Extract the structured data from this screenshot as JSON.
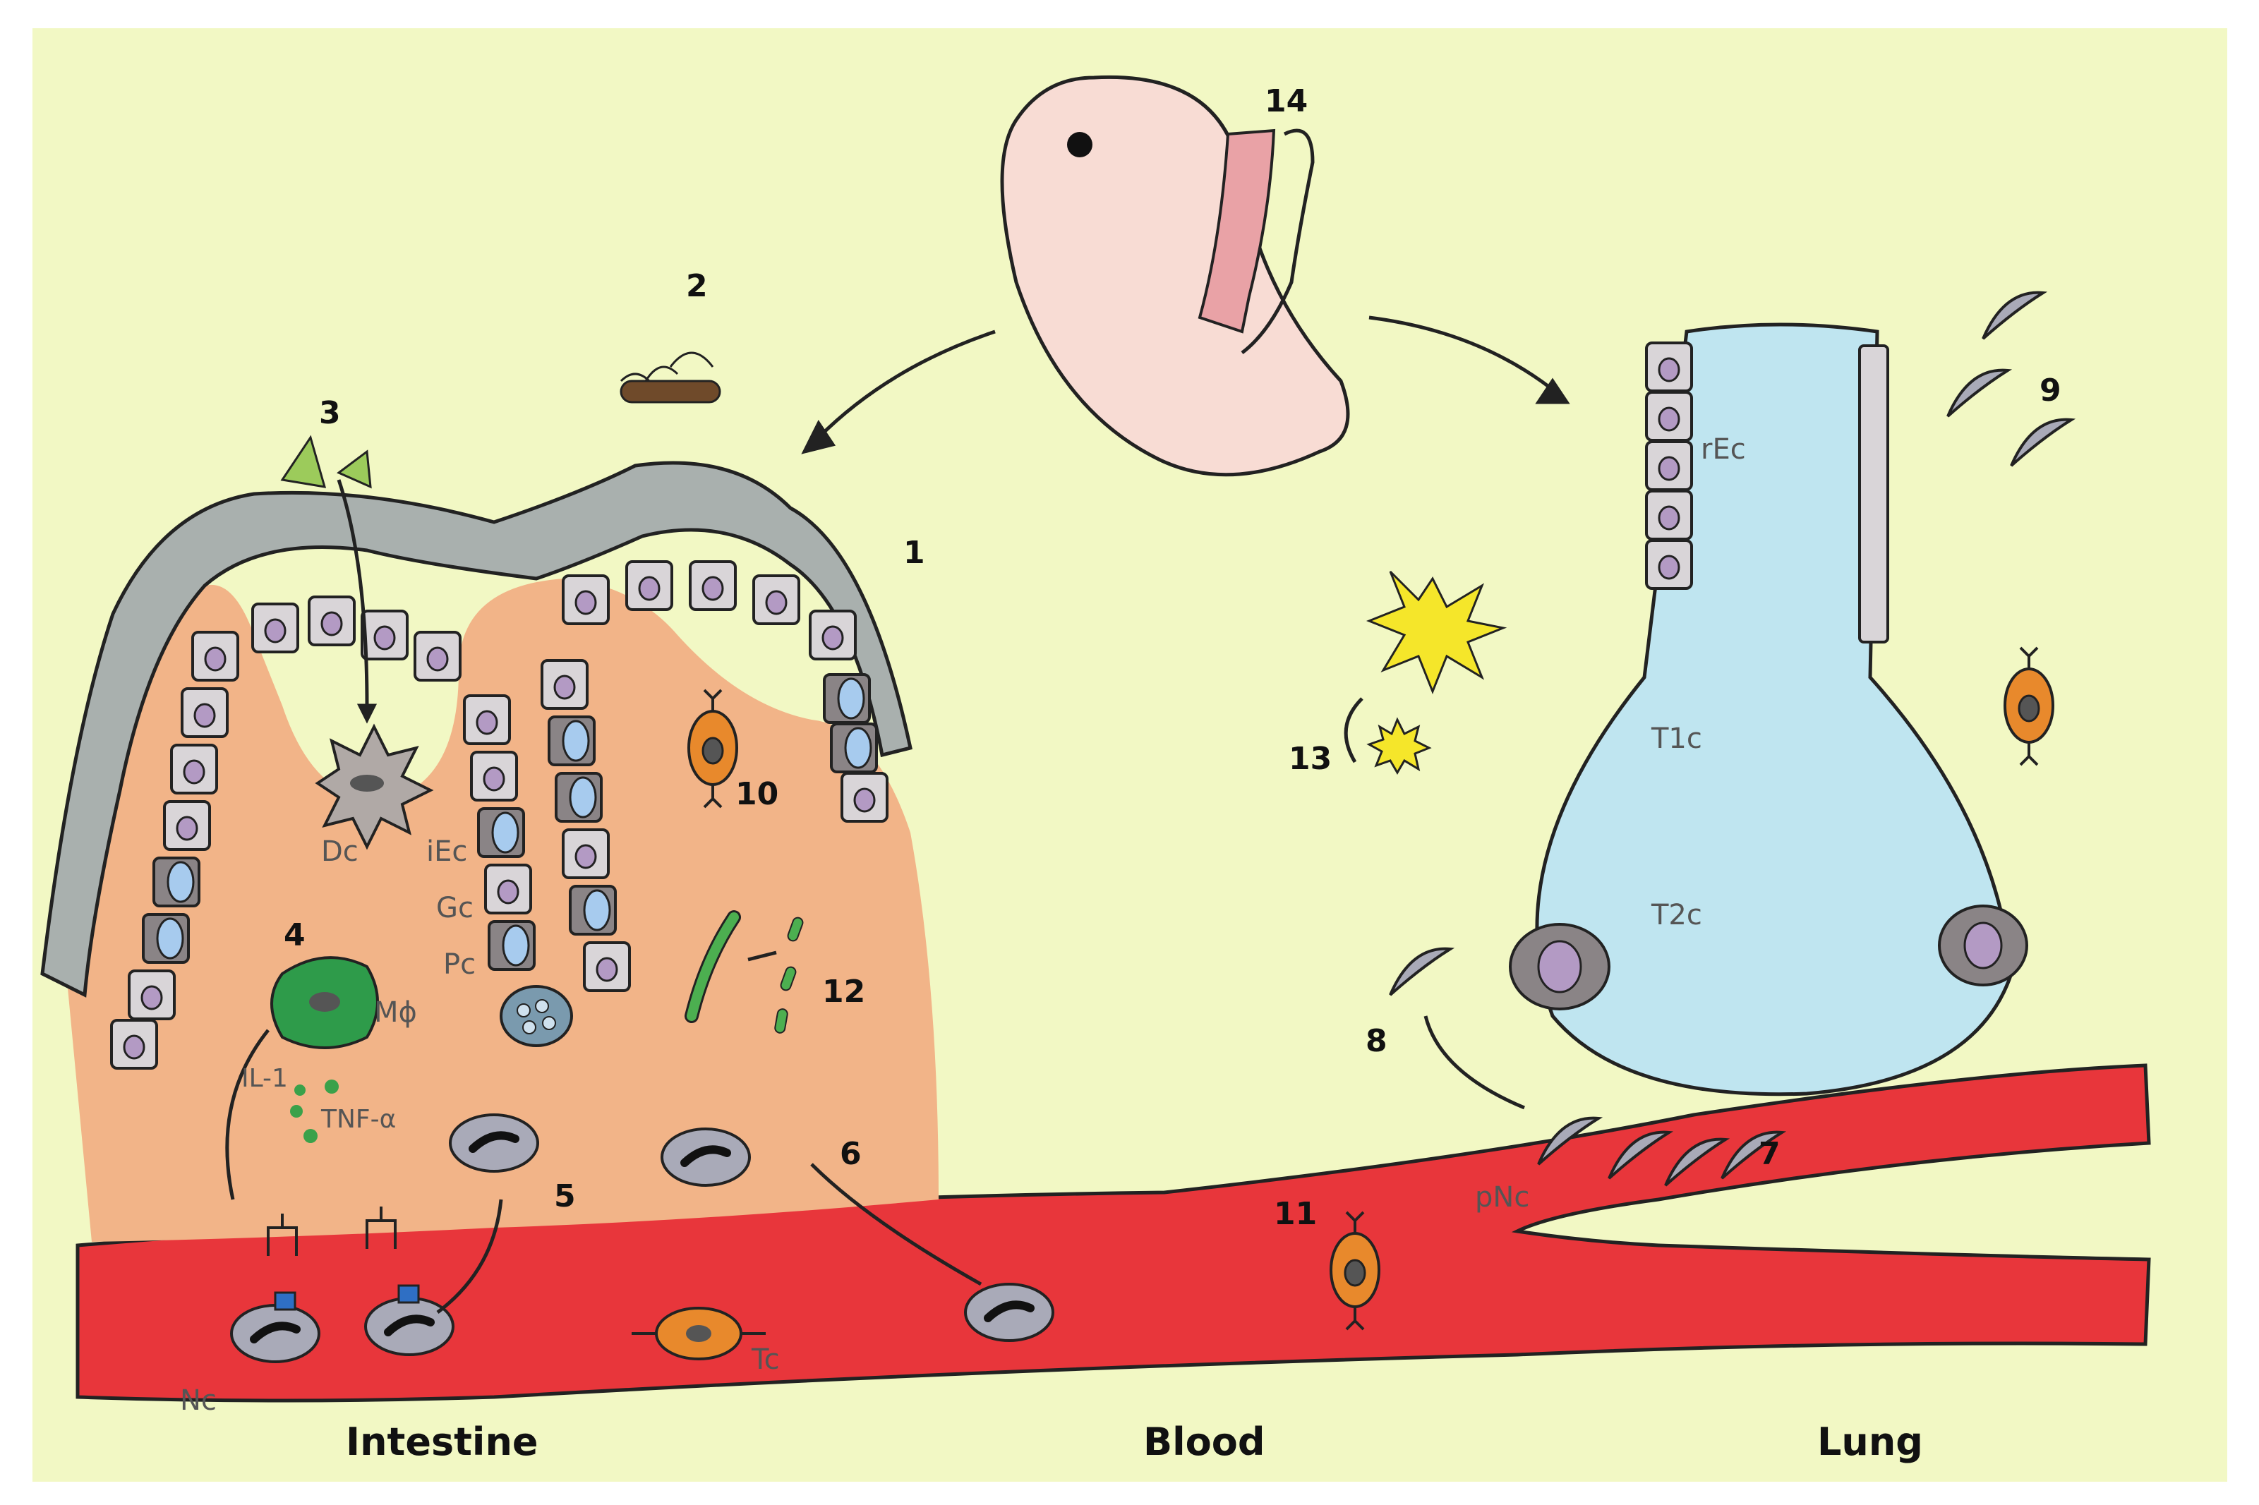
{
  "colors": {
    "background": "#f2f8c4",
    "blood": "#e8363b",
    "tissue": "#f2b488",
    "lumen": "#bfe5f0",
    "mucus": "#a9b0ae",
    "cell": "#a9aab8",
    "goblet": "#a7cbee",
    "macrophage": "#2e9b4a",
    "tcell": "#e8892c",
    "cytokine": "#3aa14a",
    "antigen": "#9ccb5b",
    "receptor": "#2f6fc4",
    "spark": "#f5e62a",
    "bacteria": "#6f4a2a"
  },
  "regions": {
    "intestine": "Intestine",
    "blood": "Blood",
    "lung": "Lung"
  },
  "numbers": {
    "n1": "1",
    "n2": "2",
    "n3": "3",
    "n4": "4",
    "n5": "5",
    "n6": "6",
    "n7": "7",
    "n8": "8",
    "n9": "9",
    "n10": "10",
    "n11": "11",
    "n12": "12",
    "n13": "13",
    "n14": "14"
  },
  "labels": {
    "dc": "Dc",
    "iec": "iEc",
    "gc": "Gc",
    "pc": "Pc",
    "mphi": "Mɸ",
    "il1": "IL-1",
    "tnf": "TNF-α",
    "nc": "Nc",
    "tc": "Tc",
    "pnc": "pNc",
    "rec": "rEc",
    "t1c": "T1c",
    "t2c": "T2c"
  },
  "icons": {
    "fetus": "fetus-icon",
    "bacterium": "bacterium-icon",
    "antigen": "antigen-triangle-icon",
    "dendritic": "dendritic-cell-icon",
    "macrophage": "macrophage-icon",
    "neutrophil": "neutrophil-icon",
    "tcell": "t-cell-icon",
    "spark": "spark-icon",
    "microbe": "microbe-rod-icon"
  }
}
